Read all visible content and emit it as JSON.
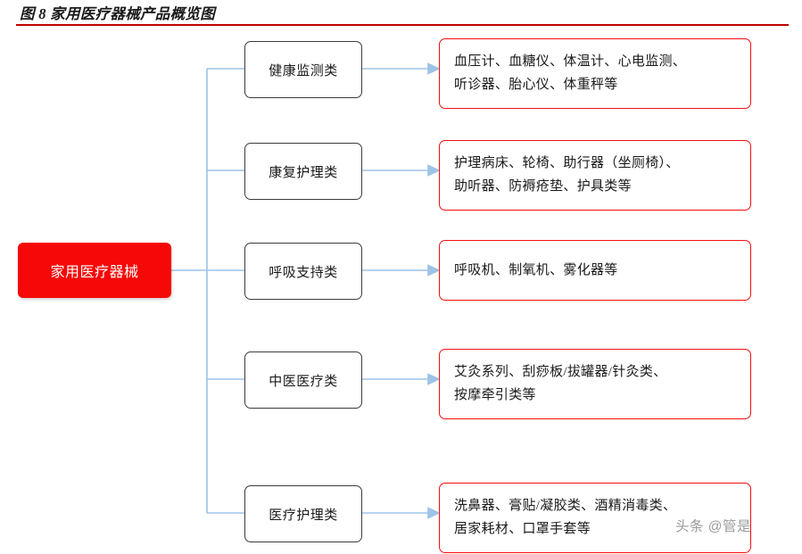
{
  "header": {
    "title": "图 8 家用医疗器械产品概览图",
    "rule_color": "#c00000"
  },
  "colors": {
    "root_fill": "#f60808",
    "root_text": "#ffffff",
    "category_border": "#3b3b3b",
    "detail_border": "#f40f0f",
    "connector": "#9dc3e6"
  },
  "diagram": {
    "type": "tree",
    "root": {
      "label": "家用医疗器械"
    },
    "branches": [
      {
        "category": "健康监测类",
        "detail_lines": [
          "血压计、血糖仪、体温计、心电监测、",
          "听诊器、胎心仪、体重秤等"
        ]
      },
      {
        "category": "康复护理类",
        "detail_lines": [
          "护理病床、轮椅、助行器（坐厕椅）、",
          "助听器、防褥疮垫、护具类等"
        ]
      },
      {
        "category": "呼吸支持类",
        "detail_lines": [
          "呼吸机、制氧机、雾化器等"
        ]
      },
      {
        "category": "中医医疗类",
        "detail_lines": [
          "艾灸系列、刮痧板/拔罐器/针灸类、",
          "按摩牵引类等"
        ]
      },
      {
        "category": "医疗护理类",
        "detail_lines": [
          "洗鼻器、膏贴/凝胶类、酒精消毒类、",
          "居家耗材、口罩手套等"
        ]
      }
    ]
  },
  "watermark": {
    "text": "头条 @管是"
  }
}
